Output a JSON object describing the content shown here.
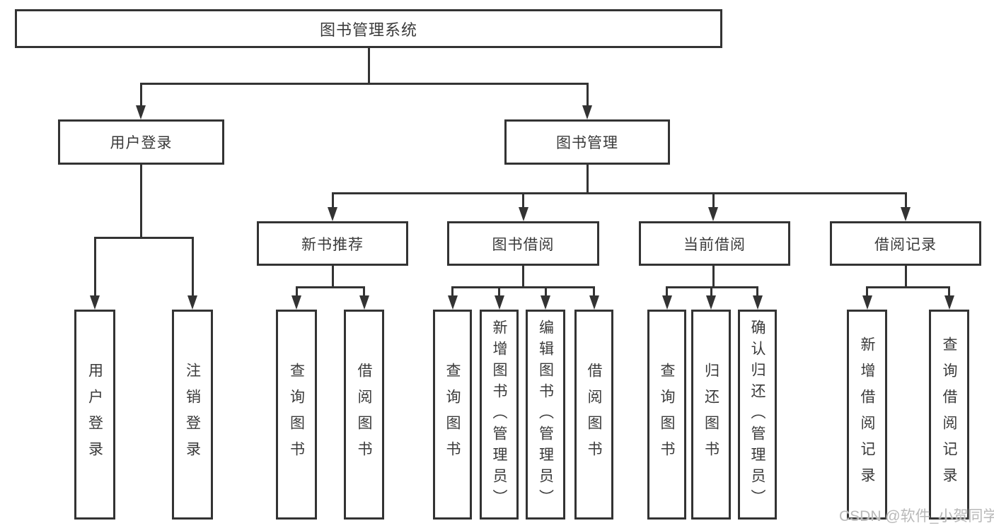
{
  "diagram": {
    "root": "图书管理系统",
    "level2": [
      "用户登录",
      "图书管理"
    ],
    "level3": [
      "新书推荐",
      "图书借阅",
      "当前借阅",
      "借阅记录"
    ],
    "leaves": [
      "用户登录",
      "注销登录",
      "查询图书",
      "借阅图书",
      "查询图书",
      "新增图书（管理员）",
      "编辑图书（管理员）",
      "借阅图书",
      "查询图书",
      "归还图书",
      "确认归还（管理员）",
      "新增借阅记录",
      "查询借阅记录"
    ]
  },
  "watermark": "CSDN @软件_小贺同学",
  "colors": {
    "line": "#333333",
    "text": "#3a3a3a",
    "watermark": "#b9b9b9",
    "background": "#ffffff"
  }
}
